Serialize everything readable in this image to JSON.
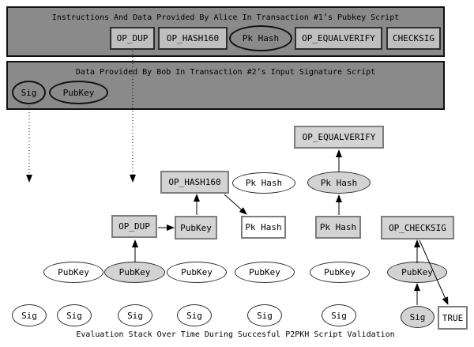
{
  "colors": {
    "background": "#ffffff",
    "container_fill": "#8a8a8a",
    "container_border": "#111111",
    "header_item_fill": "#bfbfbf",
    "node_shaded_fill": "#d3d3d3",
    "node_white_fill": "#ffffff",
    "node_box_border": "#7d7d7d",
    "ellipse_border": "#2e2e2e",
    "arrow_color": "#000000"
  },
  "pubkey_script": {
    "title": "Instructions And Data Provided By Alice In Transaction #1’s Pubkey Script",
    "items": [
      {
        "label": "OP_DUP",
        "shape": "rect"
      },
      {
        "label": "OP_HASH160",
        "shape": "rect"
      },
      {
        "label": "Pk Hash",
        "shape": "ellipse"
      },
      {
        "label": "OP_EQUALVERIFY",
        "shape": "rect"
      },
      {
        "label": "CHECKSIG",
        "shape": "rect"
      }
    ]
  },
  "signature_script": {
    "title": "Data Provided By Bob In Transaction #2’s Input Signature Script",
    "items": [
      {
        "label": "Sig",
        "shape": "ellipse"
      },
      {
        "label": "PubKey",
        "shape": "ellipse"
      }
    ]
  },
  "diagram": {
    "caption": "Evaluation Stack Over Time During Succesful P2PKH Script Validation",
    "op_equalverify": "OP_EQUALVERIFY",
    "op_hash160": "OP_HASH160",
    "op_dup": "OP_DUP",
    "op_checksig": "OP_CHECKSIG",
    "pk_hash_instruction": "Pk Hash",
    "pk_hash_compare": "Pk Hash",
    "pk_hash_result": "Pk Hash",
    "pk_hash_pushed": "Pk Hash",
    "pubkey_duplicated": "PubKey",
    "true_result": "TRUE",
    "pubkey_row": [
      {
        "label": "PubKey",
        "shaded": false
      },
      {
        "label": "PubKey",
        "shaded": true
      },
      {
        "label": "PubKey",
        "shaded": false
      },
      {
        "label": "PubKey",
        "shaded": false
      },
      {
        "label": "PubKey",
        "shaded": false
      },
      {
        "label": "PubKey",
        "shaded": true
      }
    ],
    "sig_row": [
      {
        "label": "Sig",
        "shaded": false
      },
      {
        "label": "Sig",
        "shaded": false
      },
      {
        "label": "Sig",
        "shaded": false
      },
      {
        "label": "Sig",
        "shaded": false
      },
      {
        "label": "Sig",
        "shaded": false
      },
      {
        "label": "Sig",
        "shaded": false
      },
      {
        "label": "Sig",
        "shaded": true
      }
    ]
  }
}
